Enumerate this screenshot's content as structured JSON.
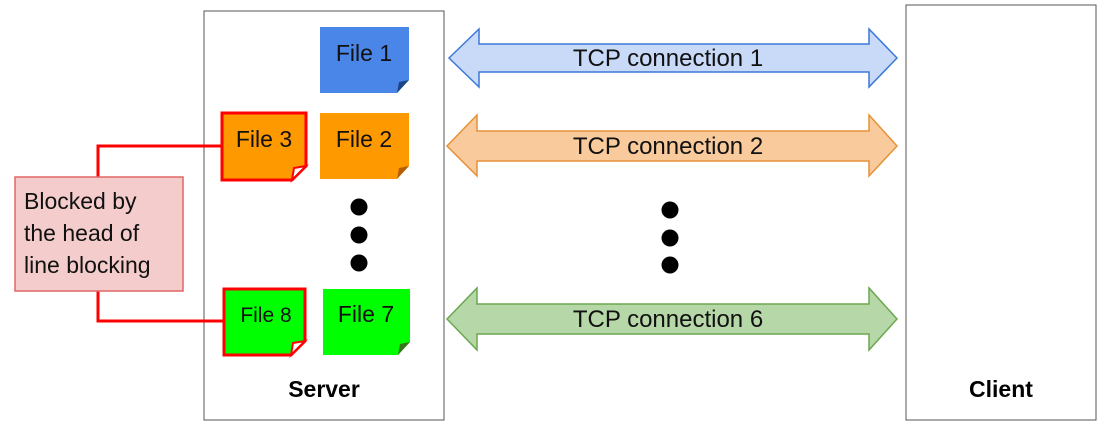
{
  "server": {
    "label": "Server"
  },
  "client": {
    "label": "Client"
  },
  "files": [
    {
      "label": "File 1",
      "color": "#4a86e8",
      "fold": "#1c4587",
      "highlighted": false
    },
    {
      "label": "File 2",
      "color": "#ff9900",
      "fold": "#b45f06",
      "highlighted": false
    },
    {
      "label": "File 3",
      "color": "#ff9900",
      "fold": "#ffffff",
      "highlighted": true,
      "border": "#ff0000"
    },
    {
      "label": "File 7",
      "color": "#00ff00",
      "fold": "#38761d",
      "highlighted": false
    },
    {
      "label": "File 8",
      "color": "#00ff00",
      "fold": "#ffffff",
      "highlighted": true,
      "border": "#ff0000"
    }
  ],
  "connections": [
    {
      "label": "TCP connection 1",
      "fill": "#c9daf8",
      "stroke": "#3c78d8"
    },
    {
      "label": "TCP connection 2",
      "fill": "#f9cb9c",
      "stroke": "#e69138"
    },
    {
      "label": "TCP connection 6",
      "fill": "#b6d7a8",
      "stroke": "#6aa84f"
    }
  ],
  "note": {
    "lines": [
      "Blocked by",
      "the head of",
      "line blocking"
    ],
    "fill": "#f4cccc",
    "stroke": "#e06666",
    "connector_color": "#ff0000"
  }
}
